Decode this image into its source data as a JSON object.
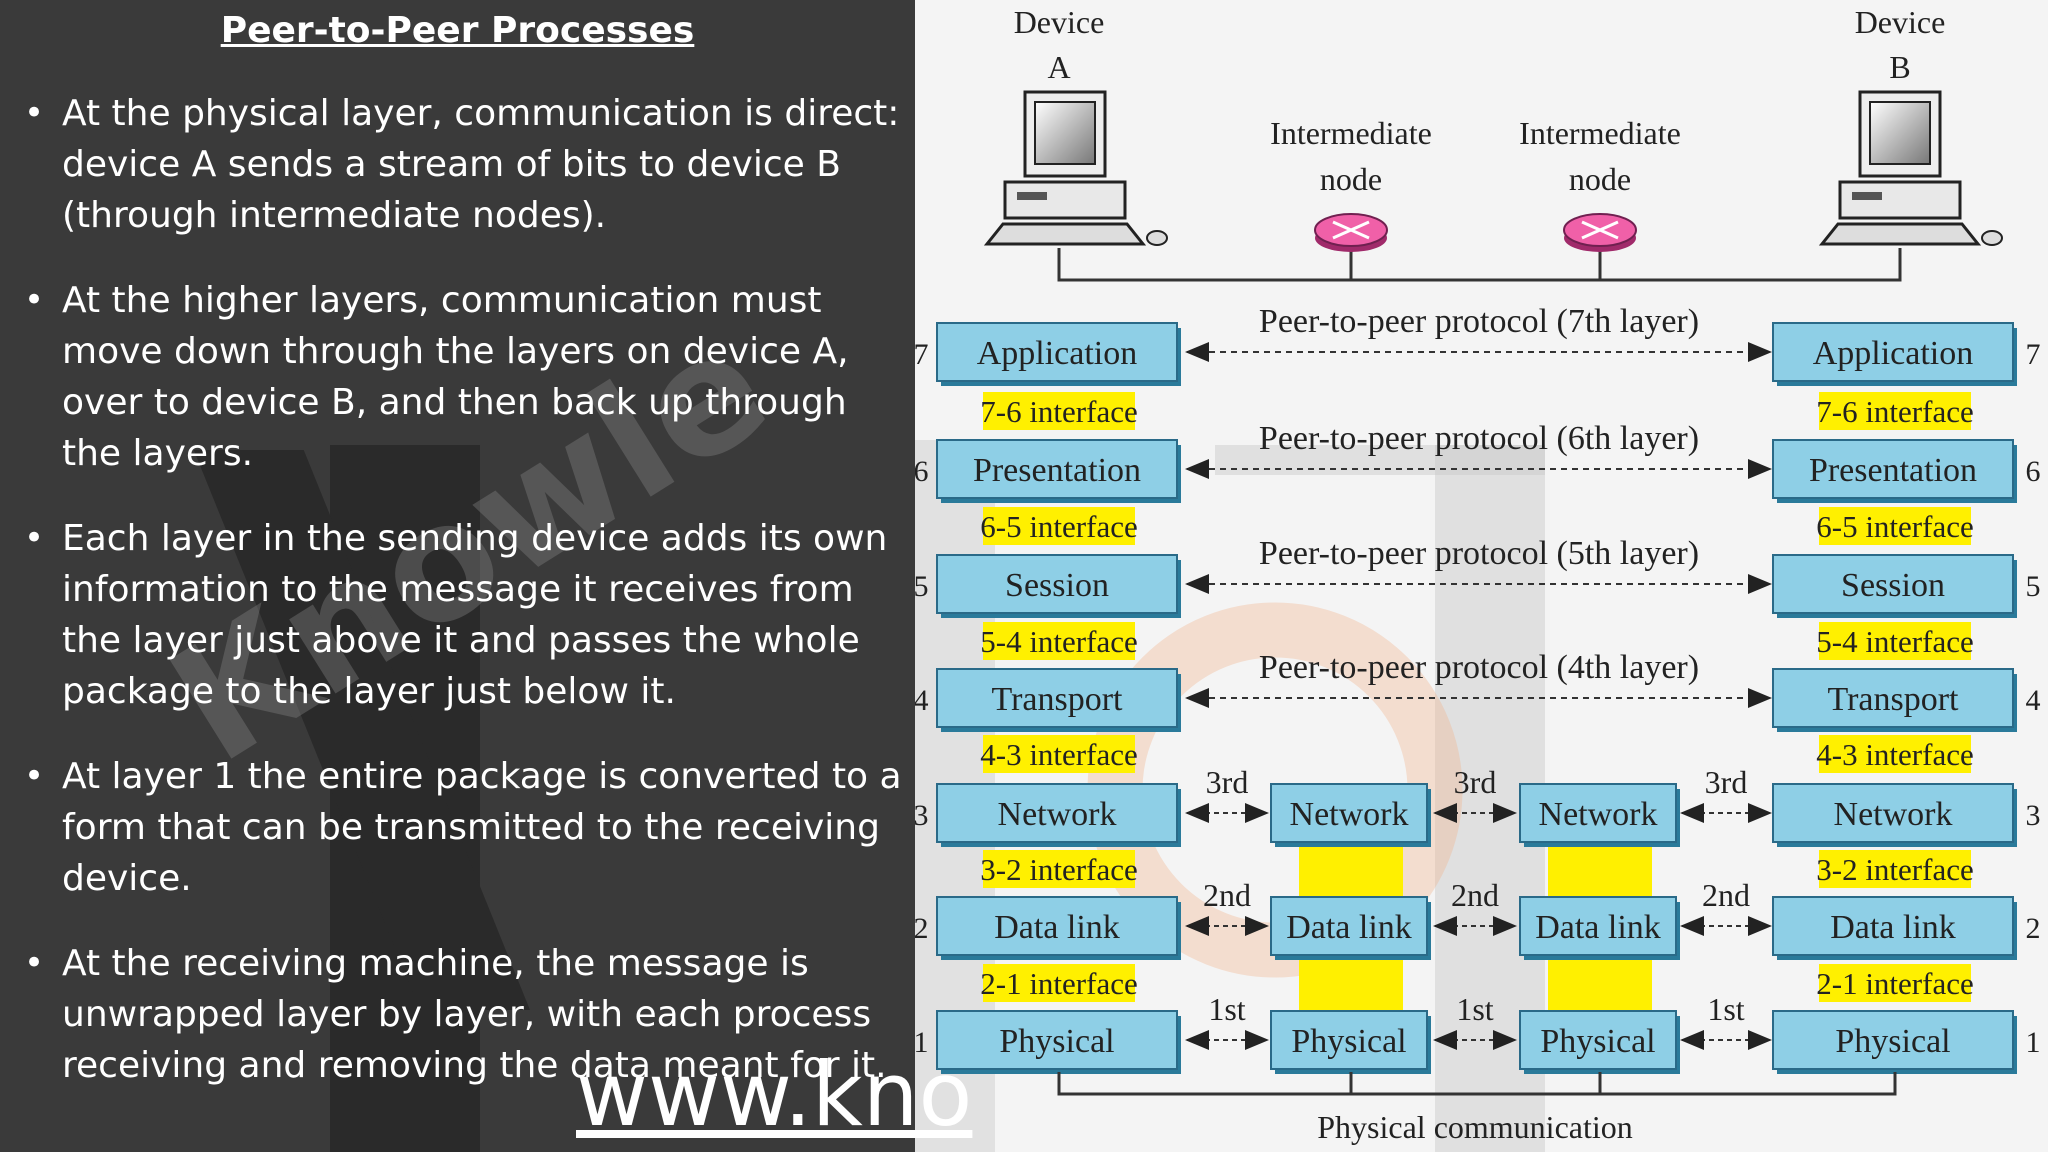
{
  "slide": {
    "title": "Peer-to-Peer Processes",
    "bullets": [
      "At the physical layer, communication is direct: device A sends a stream of bits to device B (through intermediate nodes).",
      "At the higher layers, communication must move down through the layers on device A, over to device B, and then back up through the layers.",
      "Each layer in the sending device adds its own information to the message it receives from the layer just above it and passes the whole package to the layer just below it.",
      "At layer 1 the entire package is converted to a form that can be transmitted to the receiving device.",
      "At the receiving machine, the message is unwrapped layer by layer, with each process receiving and removing the data meant for it."
    ],
    "bullet_glyph": "•",
    "footer_url": "www.kno",
    "watermark_text": "Knowle"
  },
  "diagram": {
    "device_a": {
      "line1": "Device",
      "line2": "A"
    },
    "device_b": {
      "line1": "Device",
      "line2": "B"
    },
    "intermediate": [
      {
        "line1": "Intermediate",
        "line2": "node"
      },
      {
        "line1": "Intermediate",
        "line2": "node"
      }
    ],
    "layers": [
      {
        "num": "7",
        "name": "Application"
      },
      {
        "num": "6",
        "name": "Presentation"
      },
      {
        "num": "5",
        "name": "Session"
      },
      {
        "num": "4",
        "name": "Transport"
      },
      {
        "num": "3",
        "name": "Network"
      },
      {
        "num": "2",
        "name": "Data link"
      },
      {
        "num": "1",
        "name": "Physical"
      }
    ],
    "interfaces": [
      "7-6 interface",
      "6-5 interface",
      "5-4 interface",
      "4-3 interface",
      "3-2 interface",
      "2-1 interface"
    ],
    "protocols": [
      "Peer-to-peer protocol (7th layer)",
      "Peer-to-peer protocol (6th layer)",
      "Peer-to-peer protocol (5th layer)",
      "Peer-to-peer protocol (4th layer)"
    ],
    "hop_labels": [
      "3rd",
      "2nd",
      "1st"
    ],
    "node_layers": [
      "Network",
      "Data link",
      "Physical"
    ],
    "physical_communication": "Physical communication",
    "colors": {
      "layer_box": "#8ecfe6",
      "interface": "#fff000",
      "node_mark": "#f060a8"
    }
  }
}
